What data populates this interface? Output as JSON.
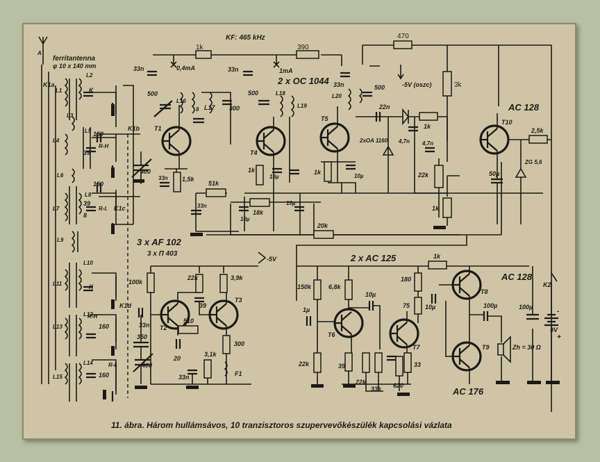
{
  "caption": "11. ábra. Három hullámsávos, 10 tranzisztoros szupervevőkészülék kapcsolási vázlata",
  "header_note": "KF: 465 kHz",
  "antenna": {
    "label": "ferritantenna",
    "size": "φ 10 x 140 mm",
    "tag": "A"
  },
  "groups": {
    "af102": "3 x AF 102",
    "pi403": "3 x П 403",
    "oc1044": "2 x OC 1044",
    "ac125": "2 x AC 125",
    "ac128_top": "AC 128",
    "ac128_bottom": "AC 128",
    "ac176": "AC 176"
  },
  "transistors": [
    "T1",
    "T2",
    "T3",
    "T4",
    "T5",
    "T6",
    "T7",
    "T8",
    "T9",
    "T10"
  ],
  "inductors": [
    "L1",
    "L2",
    "L3",
    "L4",
    "L5",
    "L6",
    "L7",
    "L8",
    "L9",
    "L10",
    "L11",
    "L12",
    "L13",
    "L14",
    "L15",
    "L16",
    "L17",
    "L18",
    "L19",
    "L20"
  ],
  "switches": [
    "K1a",
    "K1b",
    "K1c",
    "K1d",
    "K2"
  ],
  "diodes": {
    "ref": "2xOA 1160",
    "zener": "ZG 5,6"
  },
  "supply": {
    "minus5v": "-5V",
    "osc": "-5V (oszc)",
    "battery": "9V",
    "minus": "-",
    "plus": "+"
  },
  "speaker": "Zh = 30 Ω",
  "components": {
    "r_1k_top": "1k",
    "r_390": "390",
    "r_470": "470",
    "r_3k": "3k",
    "r_2_5k": "2,5k",
    "c_33n_a": "33n",
    "c_33n_b": "33n",
    "c_33n_c": "33n",
    "c_33n_d": "33n",
    "c_33n_e": "33n",
    "c_33n_f": "33n",
    "c_500_a": "500",
    "c_500_b": "500",
    "c_300": "300",
    "c_500_c": "500",
    "c_22n": "22n",
    "c_4_7n_a": "4,7n",
    "c_4_7n_b": "4,7n",
    "r_1k_det": "1k",
    "r_22k_pot": "22k",
    "r_1k_det2": "1k",
    "c_50u": "50µ",
    "r_1_5k": "1,5k",
    "r_51k": "51k",
    "r_18k": "18k",
    "r_20k": "20k",
    "r_1k_t4": "1k",
    "r_1k_t5": "1k",
    "c_10u_a": "10µ",
    "c_10u_b": "10µ",
    "c_10u_c": "10µ",
    "c_10u_d": "10µ",
    "c_150_a": "150",
    "c_150_b": "150",
    "c_39_a": "39",
    "c_39_b": "39",
    "c_8": "8",
    "c_400_a": "400",
    "c_400_b": "400",
    "c_350": "350",
    "c_160_a": "160",
    "c_160_b": "160",
    "rh_a": "R-H",
    "rh_b": "R-H",
    "ri_a": "R-I.",
    "ri_b": "R-I.",
    "k_a": "K",
    "k_b": "K",
    "r_100k": "100k",
    "r_22k_t2": "22k",
    "c_39_t2": "39",
    "r_510": "510",
    "c_20": "20",
    "r_3_9k": "3,9k",
    "r_300": "300",
    "r_3_1k": "3,1k",
    "f1": "F1",
    "r_150k": "150k",
    "r_6_8k": "6,8k",
    "c_1u": "1µ",
    "r_22k_ac": "22k",
    "r_39": "39",
    "r_180": "180",
    "r_75": "75",
    "r_1k_out": "1k",
    "c_10u_e": "10µ",
    "c_10u_f": "10µ",
    "r_22k_b": "22k",
    "r_33k": "33k",
    "r_620": "620",
    "r_33": "33",
    "c_100u_a": "100µ",
    "c_100u_b": "100µ",
    "i_04ma": "0,4mA",
    "i_1ma": "1mA"
  }
}
